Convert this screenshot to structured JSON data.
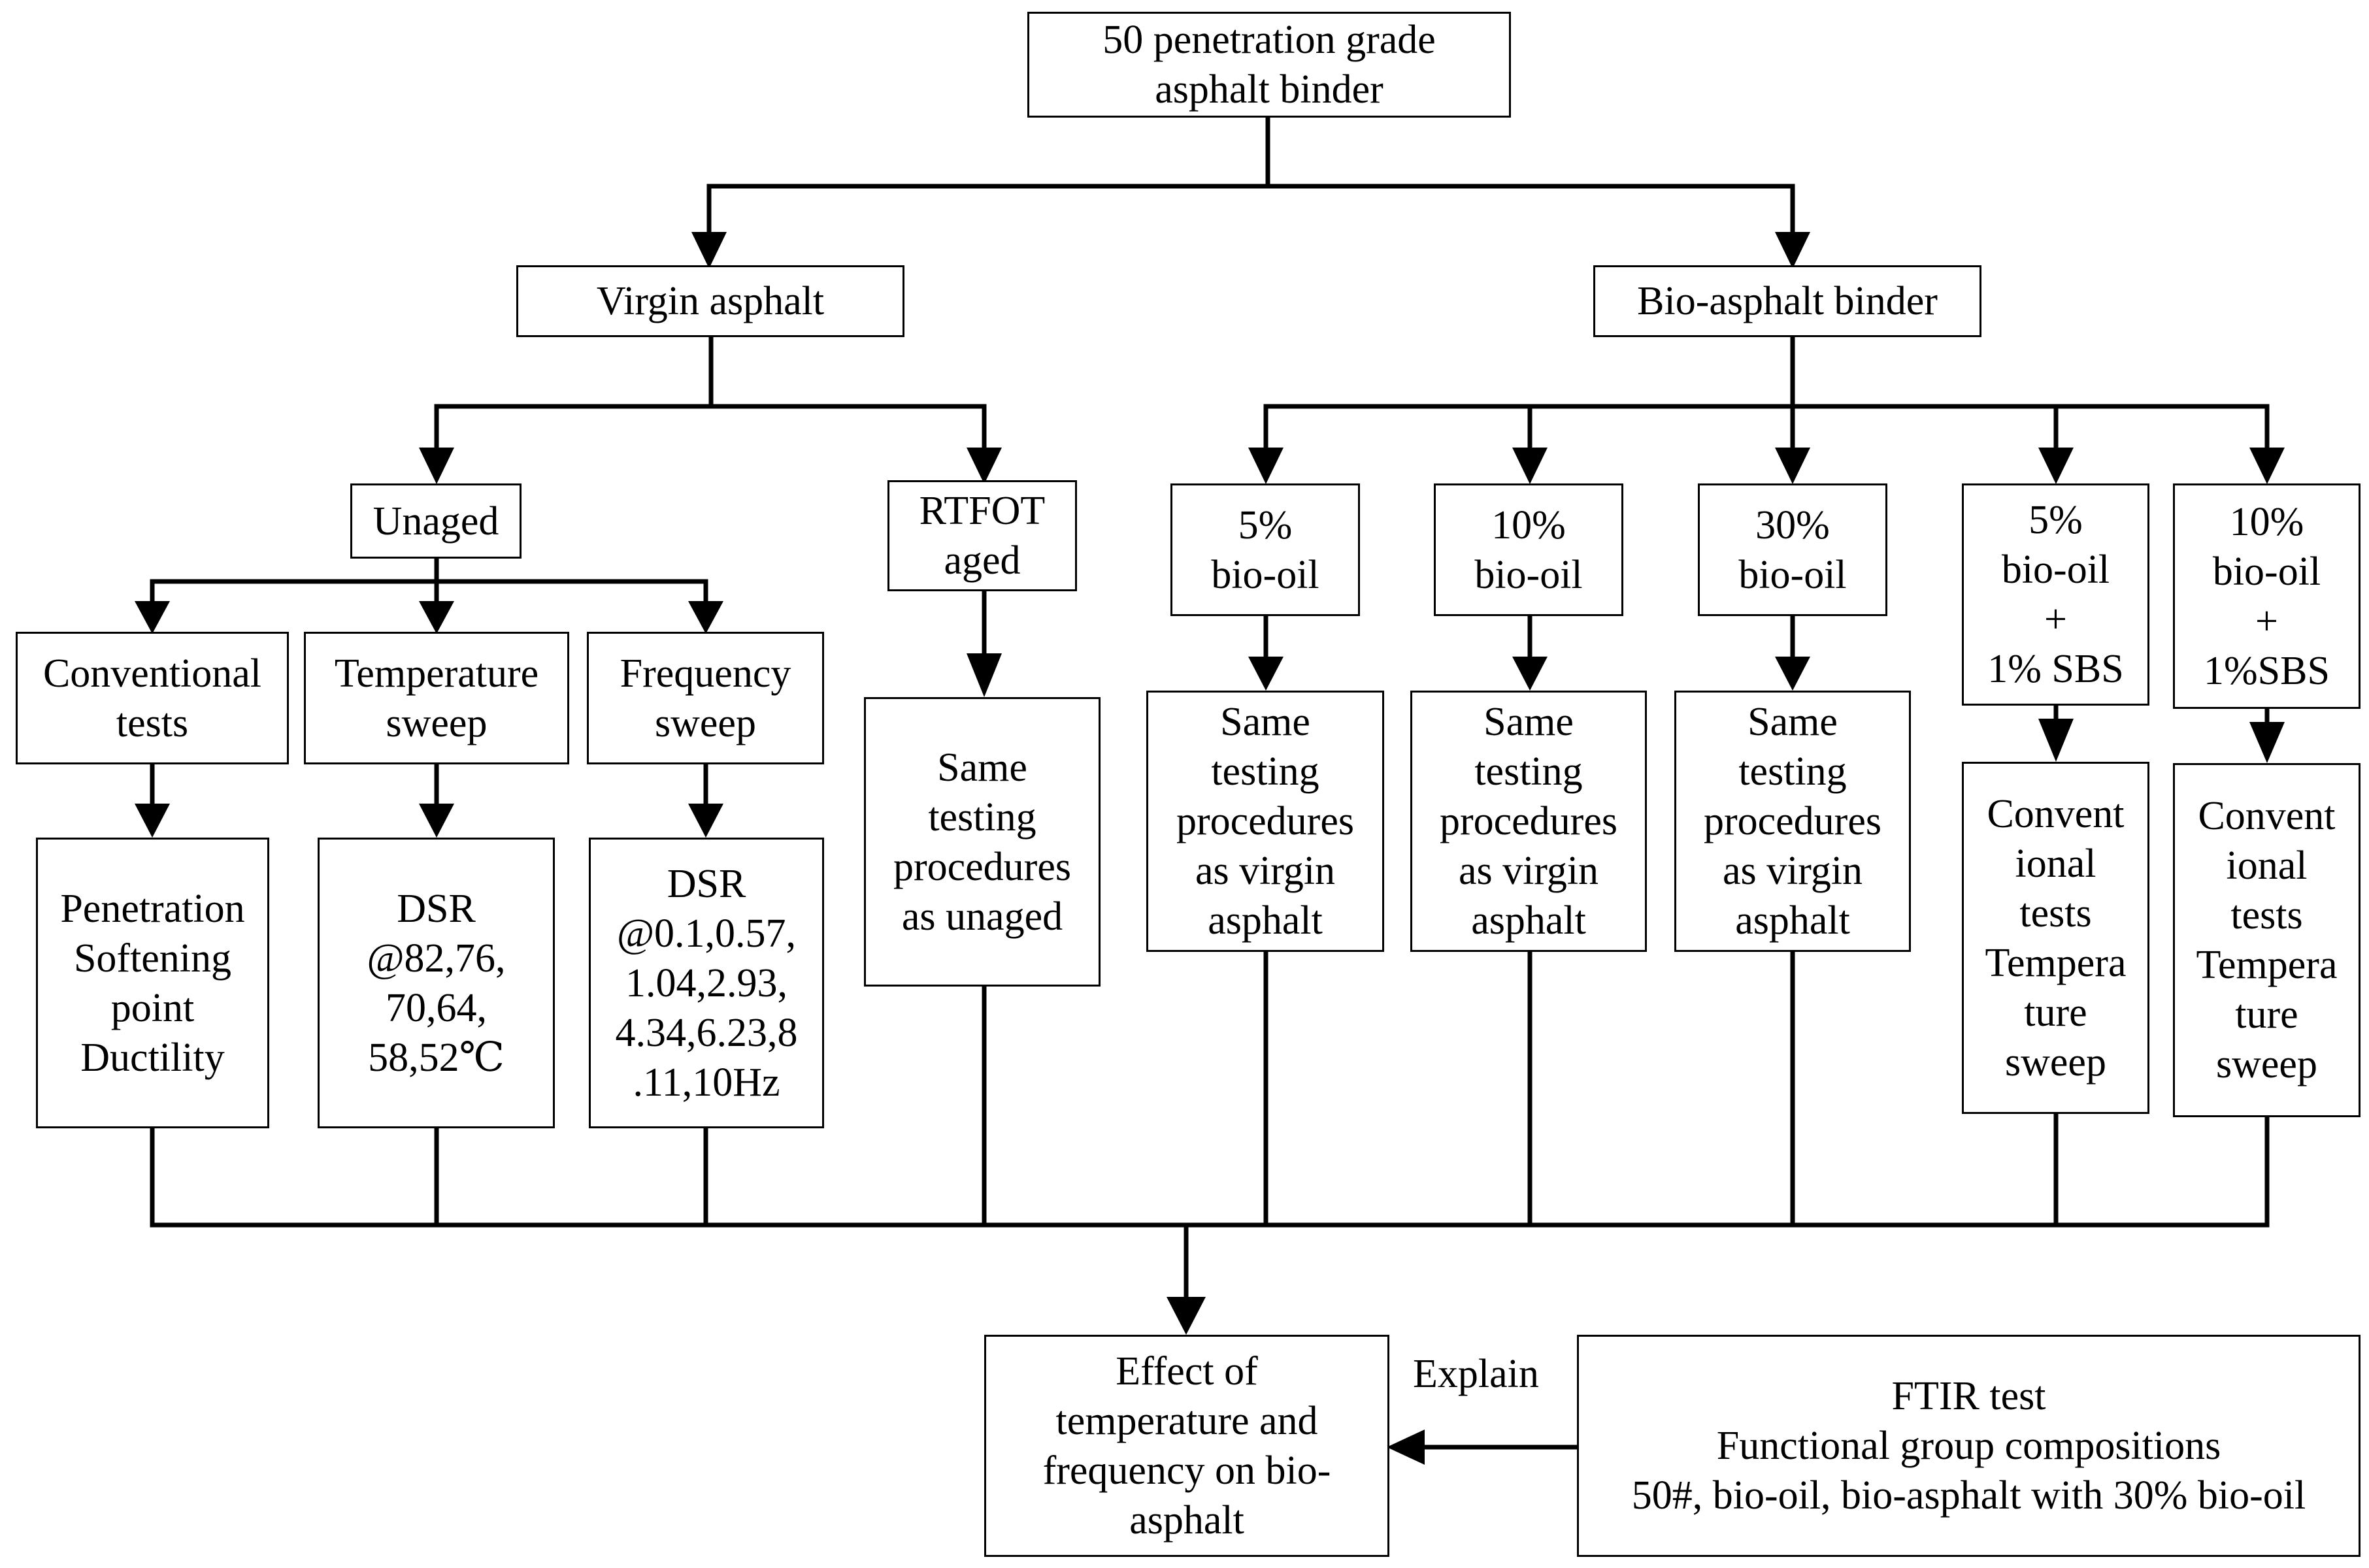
{
  "root": {
    "lines": [
      "50 penetration grade",
      "asphalt binder"
    ]
  },
  "virgin": {
    "label": "Virgin asphalt"
  },
  "bio": {
    "label": "Bio-asphalt binder"
  },
  "unaged": {
    "label": "Unaged"
  },
  "rtfot": {
    "lines": [
      "RTFOT",
      "aged"
    ]
  },
  "conventional": {
    "lines": [
      "Conventional",
      "tests"
    ]
  },
  "temp_sweep": {
    "lines": [
      "Temperature",
      "sweep"
    ]
  },
  "freq_sweep": {
    "lines": [
      "Frequency",
      "sweep"
    ]
  },
  "conv_detail": {
    "lines": [
      "Penetration",
      "Softening",
      "point",
      "Ductility"
    ]
  },
  "temp_detail": {
    "lines": [
      "DSR",
      "@82,76,",
      "70,64,",
      "58,52℃"
    ]
  },
  "freq_detail": {
    "lines": [
      "DSR",
      "@0.1,0.57,",
      "1.04,2.93,",
      "4.34,6.23,8",
      ".11,10Hz"
    ]
  },
  "rtfot_detail": {
    "lines": [
      "Same",
      "testing",
      "procedures",
      "as unaged"
    ]
  },
  "bio5": {
    "lines": [
      "5%",
      "bio-oil"
    ]
  },
  "bio10": {
    "lines": [
      "10%",
      "bio-oil"
    ]
  },
  "bio30": {
    "lines": [
      "30%",
      "bio-oil"
    ]
  },
  "bio5sbs": {
    "lines": [
      "5%",
      "bio-oil",
      "+",
      "1% SBS"
    ]
  },
  "bio10sbs": {
    "lines": [
      "10%",
      "bio-oil",
      "+",
      "1%SBS"
    ]
  },
  "same5": {
    "lines": [
      "Same",
      "testing",
      "procedures",
      "as virgin",
      "asphalt"
    ]
  },
  "same10": {
    "lines": [
      "Same",
      "testing",
      "procedures",
      "as virgin",
      "asphalt"
    ]
  },
  "same30": {
    "lines": [
      "Same",
      "testing",
      "procedures",
      "as virgin",
      "asphalt"
    ]
  },
  "sbs5_detail": {
    "lines": [
      "Convent",
      "ional",
      "tests",
      "Tempera",
      "ture",
      "sweep"
    ]
  },
  "sbs10_detail": {
    "lines": [
      "Convent",
      "ional",
      "tests",
      "Tempera",
      "ture",
      "sweep"
    ]
  },
  "effect": {
    "lines": [
      "Effect of",
      "temperature and",
      "frequency on bio-",
      "asphalt"
    ]
  },
  "ftir": {
    "lines": [
      "FTIR test",
      "Functional group compositions",
      "50#, bio-oil, bio-asphalt with 30% bio-oil"
    ]
  },
  "explain_label": "Explain",
  "colors": {
    "line": "#000000",
    "box_fill": "#ffffff",
    "text": "#000000"
  }
}
